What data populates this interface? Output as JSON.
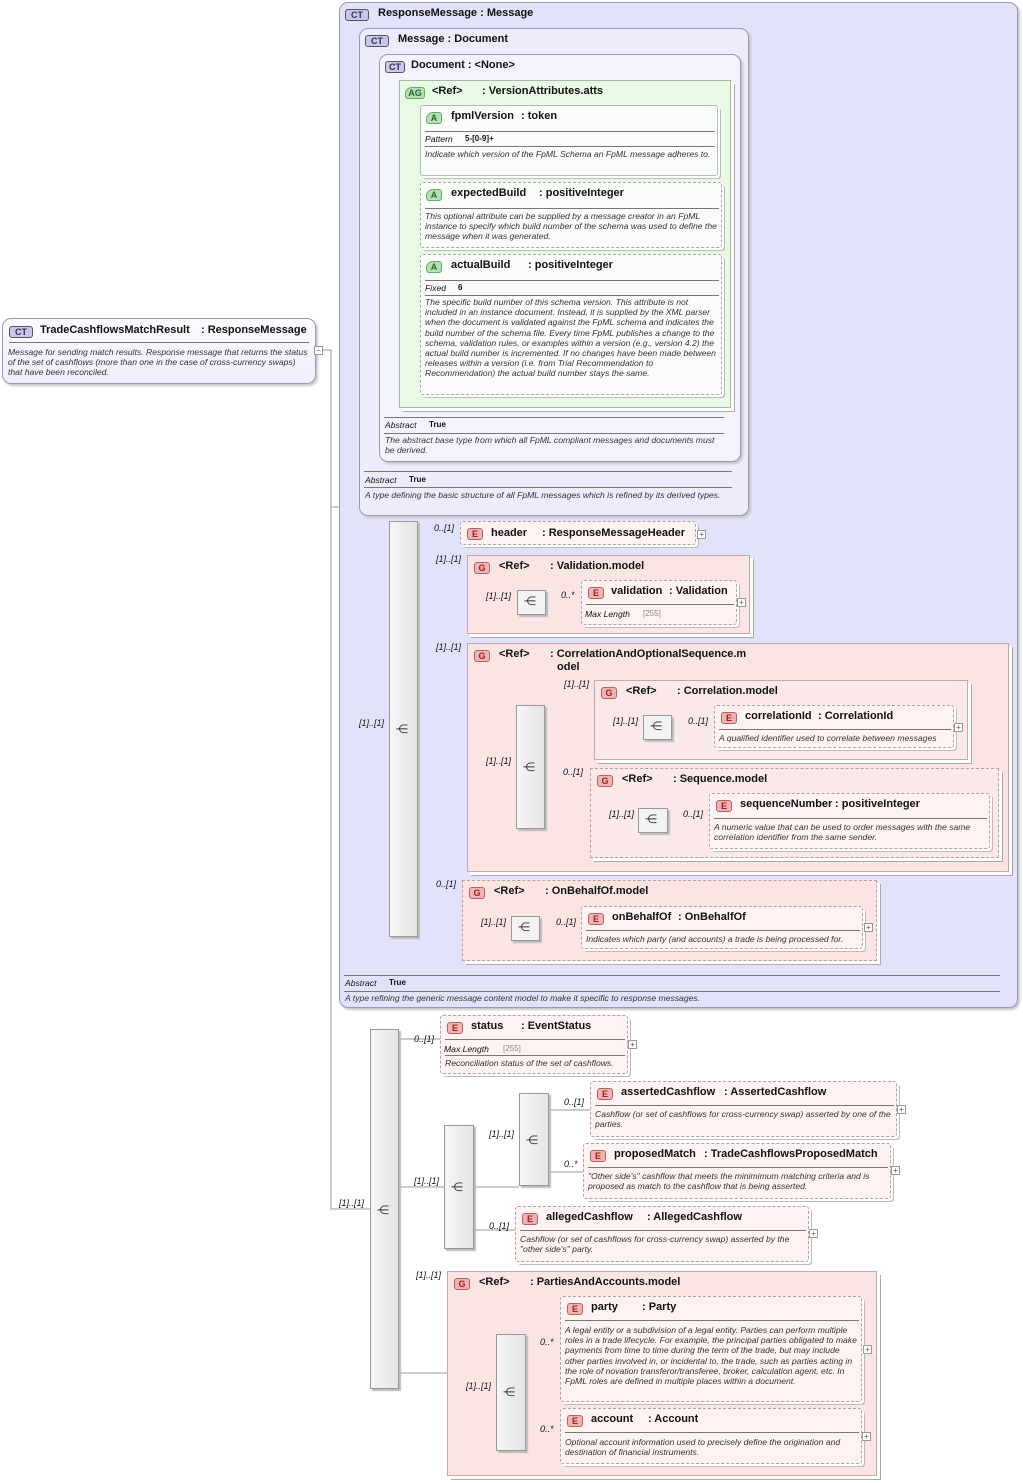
{
  "root": {
    "badge": "CT",
    "name": "TradeCashflowsMatchResult",
    "type": ": ResponseMessage",
    "desc": "Message for sending match results. Response message that returns the status of the set of cashflows (more than one in the case of cross-currency swaps) that have been reconciled."
  },
  "responseMessage": {
    "badge": "CT",
    "title": "ResponseMessage : Message",
    "abstract_label": "Abstract",
    "abstract_value": "True",
    "desc": "A type refining the generic message content model to make it specific to response messages."
  },
  "message": {
    "badge": "CT",
    "title": "Message : Document",
    "abstract_label": "Abstract",
    "abstract_value": "True",
    "desc": "A type defining the basic structure of all FpML messages which is refined by its derived types."
  },
  "document": {
    "badge": "CT",
    "title": "Document : <None>",
    "abstract_label": "Abstract",
    "abstract_value": "True",
    "desc": "The abstract base type from which all FpML compliant messages and documents must be derived."
  },
  "versionAttributes": {
    "badge": "AG",
    "ref": "<Ref>",
    "name": ": VersionAttributes.atts"
  },
  "fpmlVersion": {
    "badge": "A",
    "name": "fpmlVersion",
    "type": ": token",
    "facet_label": "Pattern",
    "facet_value": "5-[0-9]+",
    "desc": "Indicate which version of the FpML Schema an FpML message adheres to."
  },
  "expectedBuild": {
    "badge": "A",
    "name": "expectedBuild",
    "type": ": positiveInteger",
    "desc": "This optional attribute can be supplied by a message creator in an FpML instance to specify which build number of the schema was used to define the message when it was generated."
  },
  "actualBuild": {
    "badge": "A",
    "name": "actualBuild",
    "type": ": positiveInteger",
    "facet_label": "Fixed",
    "facet_value": "6",
    "desc": "The specific build number of this schema version. This attribute is not included in an instance document. Instead, it is supplied by the XML parser when the document is validated against the FpML schema and indicates the build number of the schema file. Every time FpML publishes a change to the schema, validation rules, or examples within a version (e.g., version 4.2) the actual build number is incremented. If no changes have been made between releases within a version (i.e. from Trial Recommendation to Recommendation) the actual build number stays the same."
  },
  "header": {
    "badge": "E",
    "card": "0..[1]",
    "name": "header",
    "type": ": ResponseMessageHeader"
  },
  "validationModel": {
    "badge": "G",
    "card": "[1]..[1]",
    "ref": "<Ref>",
    "name": ": Validation.model",
    "seq_card": "[1]..[1]"
  },
  "validation": {
    "badge": "E",
    "card": "0..*",
    "name": "validation",
    "type": ": Validation",
    "facet_label": "Max Length",
    "facet_value": "[255]"
  },
  "correlationSeqModel": {
    "badge": "G",
    "card": "[1]..[1]",
    "ref": "<Ref>",
    "name_line1": ": CorrelationAndOptionalSequence.m",
    "name_line2": "odel",
    "seq_card": "[1]..[1]"
  },
  "correlationModel": {
    "badge": "G",
    "card": "[1]..[1]",
    "ref": "<Ref>",
    "name": ": Correlation.model",
    "seq_card": "[1]..[1]"
  },
  "correlationId": {
    "badge": "E",
    "card": "0..[1]",
    "name": "correlationId",
    "type": ": CorrelationId",
    "desc": "A qualified identifier used to correlate between messages"
  },
  "sequenceModel": {
    "badge": "G",
    "card": "0..[1]",
    "ref": "<Ref>",
    "name": ": Sequence.model",
    "seq_card": "[1]..[1]"
  },
  "sequenceNumber": {
    "badge": "E",
    "card": "0..[1]",
    "name": "sequenceNumber",
    "type": ": positiveInteger",
    "desc": "A numeric value that can be used to order messages with the same correlation identifier from the same sender."
  },
  "onBehalfOfModel": {
    "badge": "G",
    "card": "0..[1]",
    "ref": "<Ref>",
    "name": ": OnBehalfOf.model",
    "seq_card": "[1]..[1]"
  },
  "onBehalfOf": {
    "badge": "E",
    "card": "0..[1]",
    "name": "onBehalfOf",
    "type": ": OnBehalfOf",
    "desc": "Indicates which party (and accounts) a trade is being processed for."
  },
  "mainSeq": {
    "card": "[1]..[1]"
  },
  "rootSeq": {
    "card": "[1]..[1]"
  },
  "status": {
    "badge": "E",
    "card": "0..[1]",
    "name": "status",
    "type": ": EventStatus",
    "facet_label": "Max Length",
    "facet_value": "[255]",
    "desc": "Reconciliation status of the set of cashflows."
  },
  "choiceSeq": {
    "card": "[1]..[1]"
  },
  "innerSeq": {
    "card": "[1]..[1]"
  },
  "assertedCashflow": {
    "badge": "E",
    "card": "0..[1]",
    "name": "assertedCashflow",
    "type": ": AssertedCashflow",
    "desc": "Cashflow (or set of cashflows for cross-currency swap) asserted by one of the parties."
  },
  "proposedMatch": {
    "badge": "E",
    "card": "0..*",
    "name": "proposedMatch",
    "type": ": TradeCashflowsProposedMatch",
    "desc": "\"Other side's\" cashflow that meets the minimimum matching criteria and is proposed as match to the cashflow that is being asserted."
  },
  "allegedCashflow": {
    "badge": "E",
    "card": "0..[1]",
    "name": "allegedCashflow",
    "type": ": AllegedCashflow",
    "desc": "Cashflow (or set of cashflows for cross-currency swap) asserted by the \"other side's\" party."
  },
  "partiesModel": {
    "badge": "G",
    "card": "[1]..[1]",
    "ref": "<Ref>",
    "name": ": PartiesAndAccounts.model",
    "seq_card": "[1]..[1]"
  },
  "party": {
    "badge": "E",
    "card": "0..*",
    "name": "party",
    "type": ": Party",
    "desc": "A legal entity or a subdivision of a legal entity. Parties can perform multiple roles in a trade lifecycle. For example, the principal parties obligated to make payments from time to time during the term of the trade, but may include other parties involved in, or incidental to, the trade, such as parties acting in the role of novation transferor/transferee, broker, calculation agent, etc. In FpML roles are defined in multiple places within a document."
  },
  "account": {
    "badge": "E",
    "card": "0..*",
    "name": "account",
    "type": ": Account",
    "desc": "Optional account information used to precisely define the origination and destination of financial instruments."
  },
  "expander": "+",
  "collapser": "−"
}
